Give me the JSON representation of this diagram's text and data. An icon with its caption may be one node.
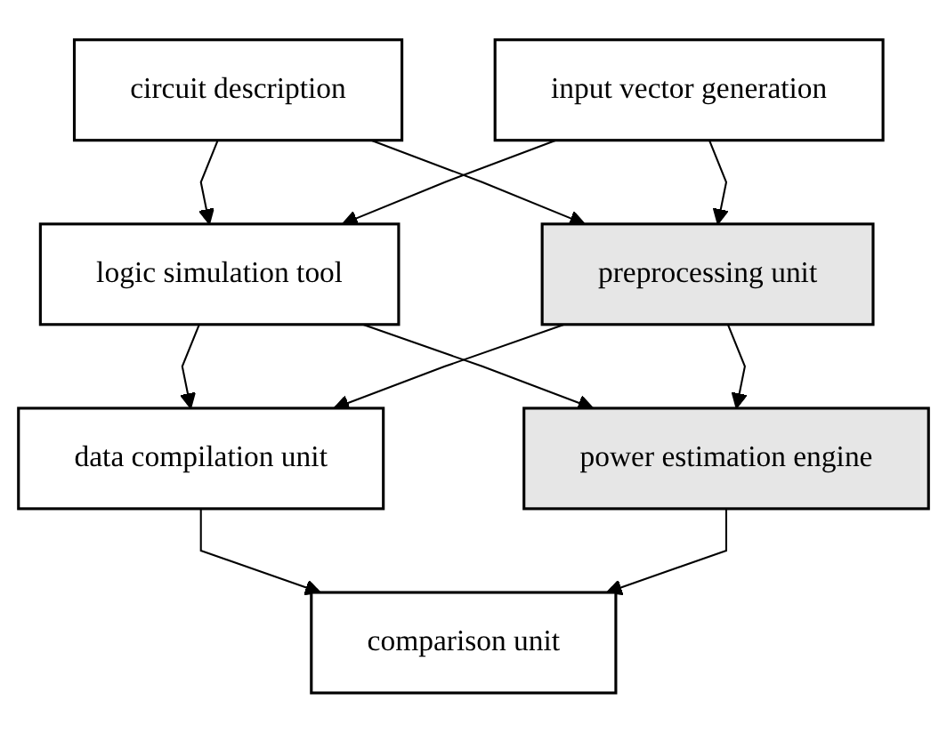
{
  "diagram": {
    "nodes": [
      {
        "text": [
          "circuit description"
        ]
      },
      {
        "text": [
          "input vector generation"
        ]
      },
      {
        "text": [
          "logic simulation tool"
        ]
      },
      {
        "text": [
          "preprocessing unit"
        ]
      },
      {
        "text": [
          "data compilation unit"
        ]
      },
      {
        "text": [
          "power estimation engine"
        ]
      },
      {
        "text": [
          "comparison unit"
        ]
      }
    ],
    "edges": [
      {
        "from": 0,
        "to": 2,
        "arrow": "to"
      },
      {
        "from": 0,
        "to": 3,
        "arrow": "to"
      },
      {
        "from": 1,
        "to": 2,
        "arrow": "to"
      },
      {
        "from": 1,
        "to": 3,
        "arrow": "to"
      },
      {
        "from": 2,
        "to": 4,
        "arrow": "to"
      },
      {
        "from": 2,
        "to": 5,
        "arrow": "to"
      },
      {
        "from": 3,
        "to": 4,
        "arrow": "to"
      },
      {
        "from": 3,
        "to": 5,
        "arrow": "to"
      },
      {
        "from": 4,
        "to": 6,
        "arrow": "to"
      },
      {
        "from": 5,
        "to": 6,
        "arrow": "to"
      }
    ]
  }
}
